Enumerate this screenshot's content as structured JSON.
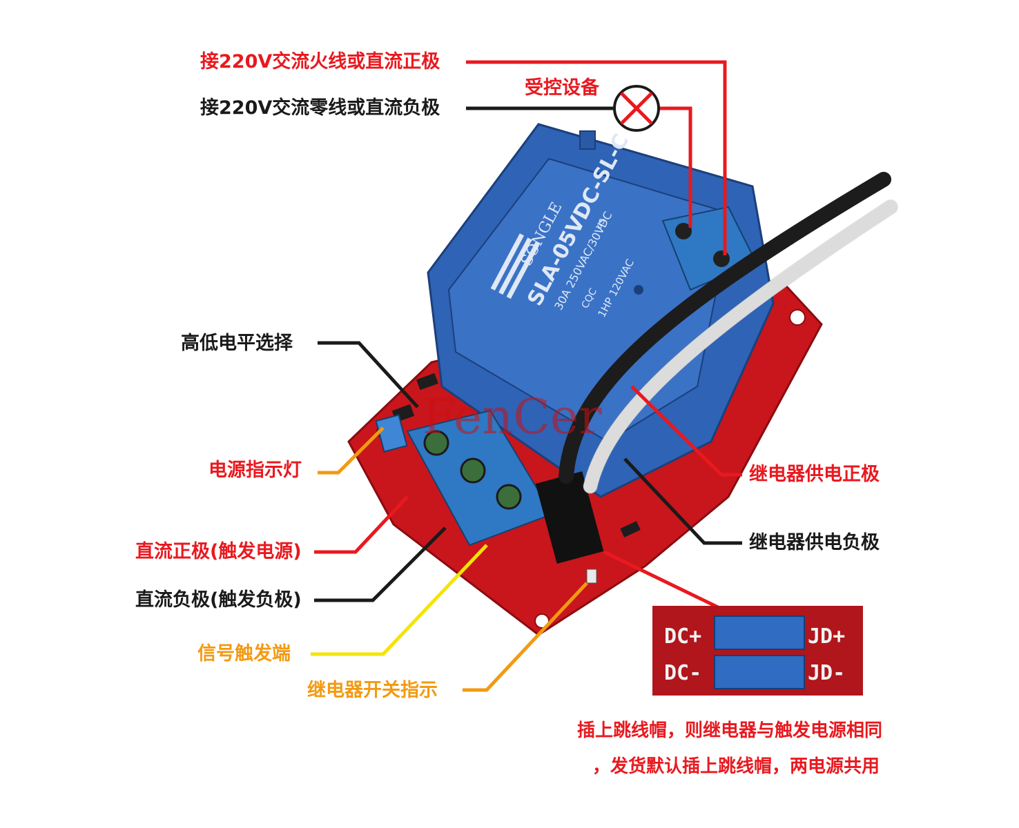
{
  "labels": {
    "live_or_dc_positive": "接220V交流火线或直流正极",
    "controlled_device": "受控设备",
    "neutral_or_dc_negative": "接220V交流零线或直流负极",
    "level_select": "高低电平选择",
    "power_indicator": "电源指示灯",
    "relay_supply_positive": "继电器供电正极",
    "relay_supply_negative": "继电器供电负极",
    "dc_positive_trigger": "直流正极(触发电源)",
    "dc_negative_trigger": "直流负极(触发负极)",
    "signal_trigger": "信号触发端",
    "relay_switch_indicator": "继电器开关指示"
  },
  "relay": {
    "brand": "SONGLE",
    "model": "SLA-05VDC-SL-C",
    "rating_line": "30A 250VAC/30VDC",
    "rating_line2": "1HP 120VAC",
    "cqc": "CQC",
    "ul": "us"
  },
  "inset": {
    "dc_top": "DC+",
    "dc_bottom": "DC-",
    "jd_top": "JD+",
    "jd_bottom": "JD-"
  },
  "note": {
    "line1": "插上跳线帽，则继电器与触发电源相同",
    "line2": "，发货默认插上跳线帽，两电源共用"
  },
  "watermark": "FenCer",
  "colors": {
    "red": "#e8191f",
    "black": "#1a1a1a",
    "orange": "#f29a12",
    "yellow": "#f5e400",
    "relay_blue": "#2e63b5",
    "pcb_red": "#c8161c"
  }
}
